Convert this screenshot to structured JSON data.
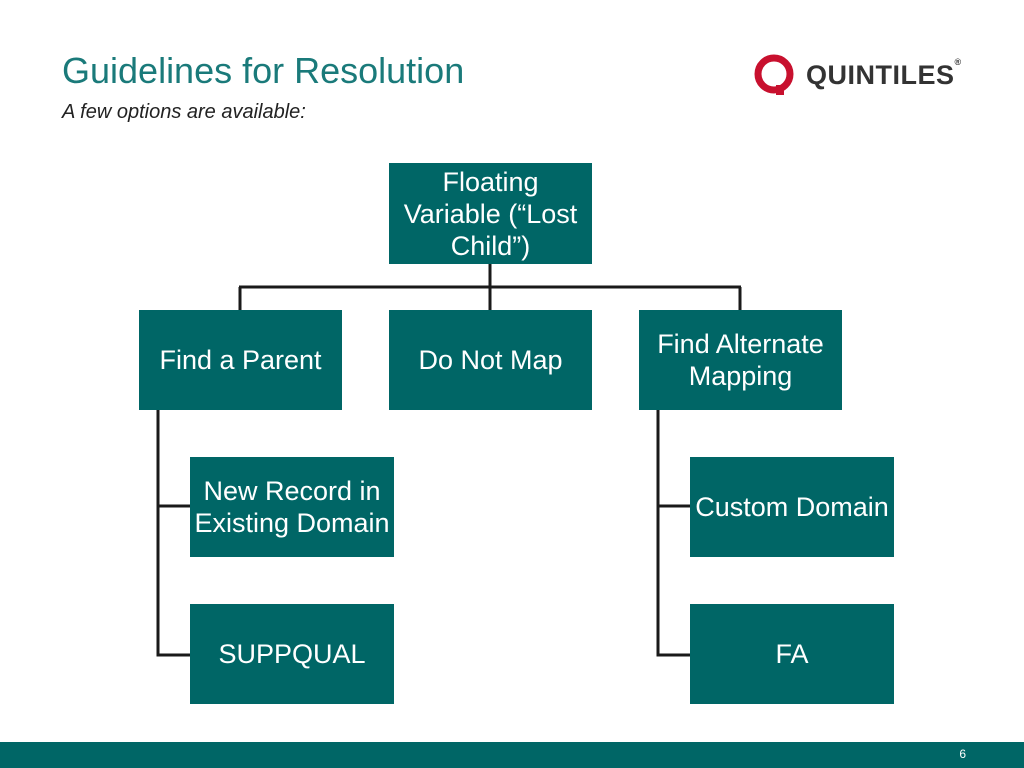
{
  "slide": {
    "title": "Guidelines for Resolution",
    "subtitle": "A few options are available:",
    "page_number": "6"
  },
  "logo": {
    "text": "QUINTILES",
    "registered_mark": "®",
    "colors": {
      "mark": "#c8102e",
      "text": "#333333"
    }
  },
  "diagram": {
    "root": "Floating Variable (“Lost Child”)",
    "options": {
      "find_parent": "Find a Parent",
      "do_not_map": "Do Not Map",
      "find_alternate": "Find Alternate Mapping"
    },
    "find_parent_children": {
      "new_record": "New Record in Existing Domain",
      "suppqual": "SUPPQUAL"
    },
    "find_alternate_children": {
      "custom_domain": "Custom Domain",
      "fa": "FA"
    }
  },
  "colors": {
    "accent": "#006666",
    "title": "#1a7a7a",
    "connector": "#1a1a1a"
  }
}
